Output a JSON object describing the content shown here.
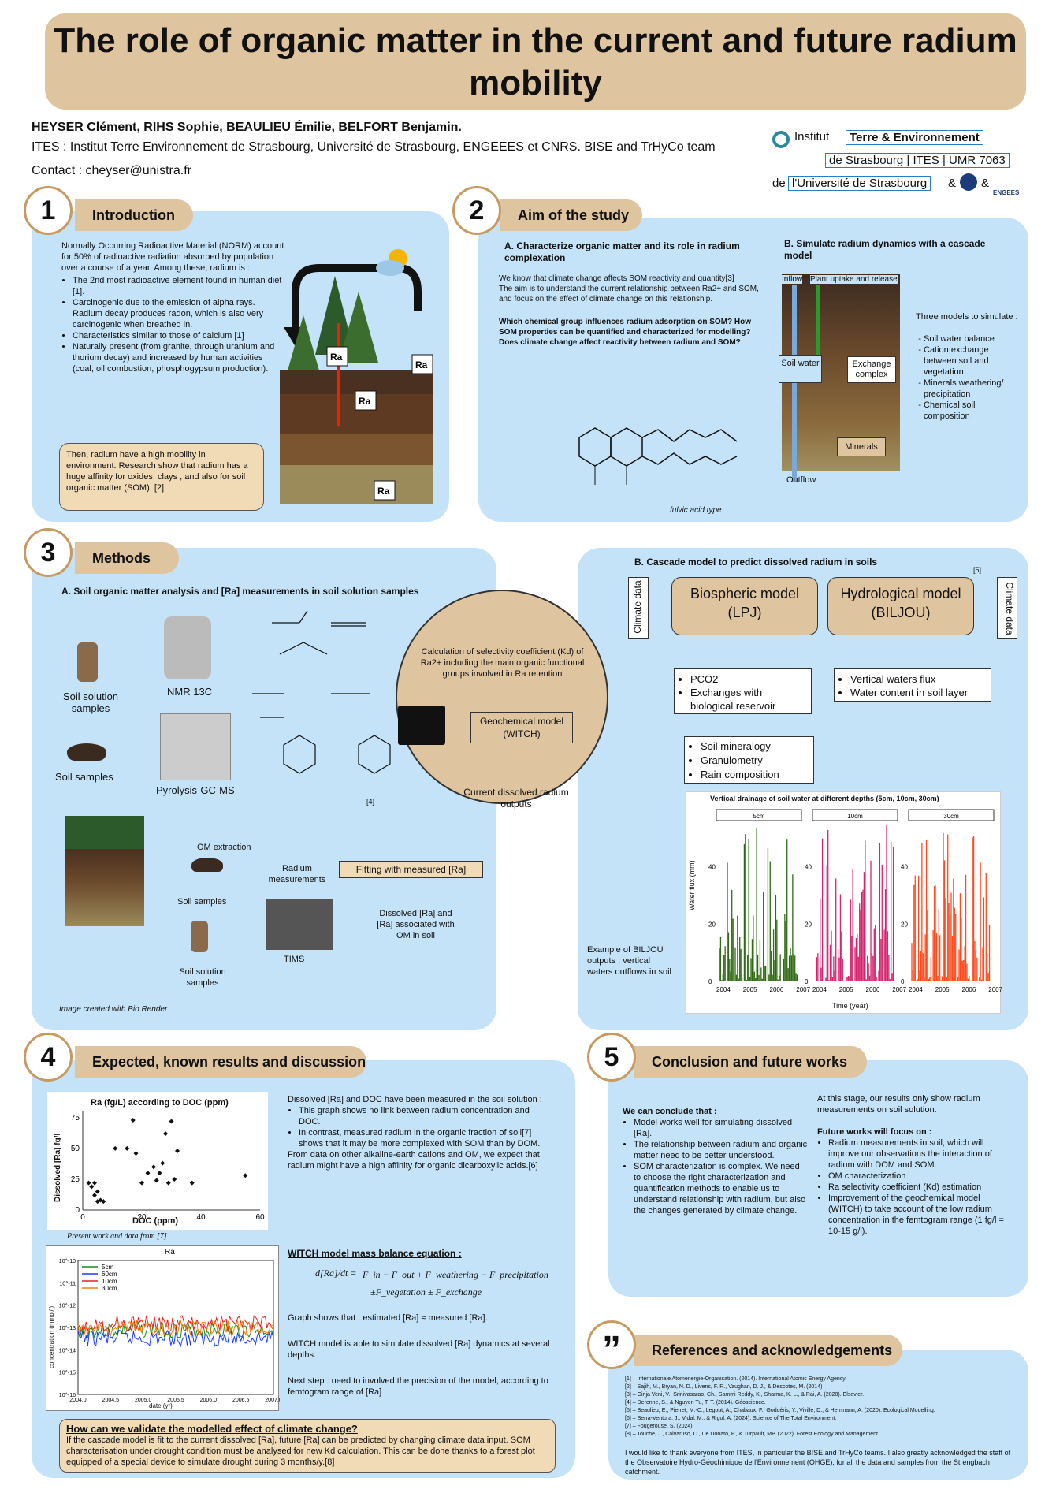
{
  "title": "The role of organic matter in the current and future radium mobility",
  "authors": "HEYSER Clément, RIHS Sophie, BEAULIEU Émilie, BELFORT Benjamin.",
  "affiliation": "ITES : Institut Terre Environnement de Strasbourg, Université de Strasbourg, ENGEEES et CNRS. BISE and TrHyCo team",
  "contact": "Contact : cheyser@unistra.fr",
  "logo": {
    "l1a": "Institut",
    "l1b": "Terre & Environnement",
    "l2": "de Strasbourg | ITES | UMR 7063",
    "l3a": "de",
    "l3b": "l'Université de Strasbourg",
    "amp": "&",
    "engees": "ENGEES"
  },
  "s1": {
    "num": "1",
    "title": "Introduction",
    "p1": "Normally Occurring Radioactive Material (NORM) account for 50% of radioactive radiation absorbed by population over a course of a year. Among these, radium is :",
    "items": [
      "The 2nd most radioactive element found in human diet [1].",
      "Carcinogenic due to the emission of alpha rays. Radium decay produces radon, which is also very carcinogenic when breathed in.",
      "Characteristics similar to those of calcium [1]",
      "Naturally present (from granite, through uranium and thorium decay) and increased by human activities (coal, oil combustion, phosphogypsum production)."
    ],
    "box": "Then, radium have a high mobility in environment. Research show that radium has a huge affinity for oxides, clays , and also for soil organic matter (SOM). [2]",
    "ra": "Ra"
  },
  "s2": {
    "num": "2",
    "title": "Aim of the study",
    "a_title": "A.  Characterize organic matter and its role in radium complexation",
    "a_p1": "We know that climate change affects SOM reactivity and quantity[3]",
    "a_p2": "The aim is to understand the current relationship between Ra2+ and SOM, and focus on the effect of climate change on this relationship.",
    "a_q": "Which chemical group influences radium adsorption on SOM? How SOM properties can be quantified and characterized for modelling? Does climate change affect reactivity between radium and SOM?",
    "fulvic": "fulvic acid type",
    "b_title": "B.  Simulate radium dynamics with a cascade model",
    "inflow": "Inflow",
    "uptake": "Plant uptake and release",
    "soilwater": "Soil water",
    "exchange": "Exchange complex",
    "minerals": "Minerals",
    "outflow": "Outflow",
    "models_intro": "Three models to simulate :",
    "models": [
      "Soil water balance",
      "Cation exchange between soil and vegetation",
      "Minerals weathering/ precipitation",
      "Chemical soil composition"
    ]
  },
  "s3": {
    "num": "3",
    "title": "Methods",
    "a_title": "A. Soil organic matter analysis and [Ra] measurements in soil solution samples",
    "soil_solution": "Soil solution samples",
    "soil_samples": "Soil samples",
    "nmr": "NMR 13C",
    "pyro": "Pyrolysis-GC-MS",
    "ref4": "[4]",
    "calc": "Calculation of selectivity coefficient (Kd) of Ra2+ including the main organic functional groups involved in Ra retention",
    "geo": "Geochemical model (WITCH)",
    "outputs": "Current dissolved radium outputs",
    "om_extraction": "OM extraction",
    "soil_samples2": "Soil samples",
    "soil_solution2": "Soil solution samples",
    "radium_meas": "Radium measurements",
    "tims": "TIMS",
    "fitting": "Fitting with measured [Ra]",
    "dissolved": "Dissolved [Ra] and [Ra] associated with OM in soil",
    "biorender": "Image created with Bio Render",
    "b_title": "B. Cascade model to predict dissolved radium in soils",
    "ref5": "[5]",
    "climate": "Climate data",
    "bio": "Biospheric model (LPJ)",
    "hydro": "Hydrological model (BILJOU)",
    "bio_list": [
      "PCO2",
      "Exchanges with biological reservoir"
    ],
    "hydro_list": [
      "Vertical waters flux",
      "Water content in soil layer"
    ],
    "min_list": [
      "Soil mineralogy",
      "Granulometry",
      "Rain composition"
    ],
    "example": "Example of BILJOU outputs : vertical waters outflows in soil"
  },
  "s4": {
    "num": "4",
    "title": "Expected, known results and discussion",
    "p_intro": "Dissolved [Ra] and DOC have been measured in the soil solution :",
    "items": [
      "This graph shows no link between radium concentration and DOC.",
      "In contrast, measured radium in the organic fraction of soil[7] shows that it may be more complexed with SOM than by DOM."
    ],
    "p2": "From data on other alkaline-earth cations and OM, we expect that radium might have a high affinity for organic dicarboxylic acids.[6]",
    "present": "Present work and data from [7]",
    "witch_title": "WITCH model mass balance equation :",
    "eq_lhs": "d[Ra]/dt =",
    "eq1": "F_in − F_out + F_weathering − F_precipitation",
    "eq2": "±F_vegetation ± F_exchange",
    "graph_shows": "Graph shows that : estimated [Ra] ≈ measured [Ra].",
    "witch_able": "WITCH model is able to simulate dissolved [Ra] dynamics at several depths.",
    "next": "Next step : need to involved the precision of the model, according to femtogram range of [Ra]",
    "q": "How can we validate the modelled effect of climate change?",
    "q_text": "If the cascade model is fit to the current dissolved [Ra], future [Ra] can be predicted by changing climate data input. SOM characterisation under drought condition must be analysed for new Kd calculation. This can be done thanks to a forest plot equipped of a special device to simulate drought during 3 months/y.[8]"
  },
  "s5": {
    "num": "5",
    "title": "Conclusion and future works",
    "conclude": "We can conclude that :",
    "c_items": [
      "Model works well for simulating dissolved [Ra].",
      "The relationship between radium and organic matter need to be better understood.",
      "SOM characterization is complex. We need to choose the right characterization and quantification methods to enable us to understand relationship with radium, but also the changes generated by climate change."
    ],
    "stage": "At this stage, our results only show radium measurements on soil solution.",
    "future": "Future works will focus on :",
    "f_items": [
      "Radium measurements in soil, which will improve our observations the interaction of radium with DOM and SOM.",
      "OM characterization",
      "Ra selectivity coefficient (Kd) estimation",
      "Improvement of the geochemical model (WITCH) to take account of the low radium concentration in the femtogram range (1 fg/l = 10-15 g/l)."
    ]
  },
  "refs": {
    "title": "References and acknowledgements",
    "list": [
      "[1] – Internationale Atomenergie-Organisation. (2014). International Atomic Energy Agency.",
      "[2] – Sajih, M., Bryan, N. D., Livens, F. R., Vaughan, D. J., & Descotes, M. (2014)",
      "[3] – Girija Veni, V., Srinivasarao, Ch., Sammi Reddy, K., Sharma, K. L., & Rai, A. (2020). Elsevier.",
      "[4] – Derenne, S., & Nguyen Tu, T. T. (2014). Géoscience.",
      "[5] – Beaulieu, E., Pierret, M.-C., Legout, A., Chabaux, F., Goddéris, Y., Viville, D., & Herrmann, A. (2020). Ecological Modelling.",
      "[6] – Serra-Ventura, J., Vidal, M., & Rigol, A. (2024). Science of The Total Environment.",
      "[7] – Fougerouse, S. (2024).",
      "[8] – Touche, J., Calvaruso, C., De Donato, P., & Turpault, MP. (2022). Forest Ecology and Management."
    ],
    "ack": "I would like to thank everyone from ITES, in particular the BISE and TrHyCo teams. I also greatly acknowledged the staff of the Observatoire Hydro-Géochimique de l'Environnement (OHGE), for all the data and samples from the Strengbach catchment."
  },
  "chart_data": [
    {
      "type": "bar",
      "title": "Vertical drainage of soil water at different depths (5cm, 10cm, 30cm)",
      "panels": [
        "5cm",
        "10cm",
        "30cm"
      ],
      "xlabel": "Time (year)",
      "ylabel": "Water flux (mm)",
      "x_ticks": [
        "2004",
        "2005",
        "2006",
        "2007"
      ],
      "y_ticks": [
        "0",
        "20",
        "40"
      ],
      "ylim": [
        0,
        55
      ],
      "colors": [
        "#2e6b12",
        "#d6256e",
        "#ff4a1e"
      ]
    },
    {
      "type": "scatter",
      "title": "Ra (fg/L) according to DOC (ppm)",
      "xlabel": "DOC (ppm)",
      "ylabel": "Dissolved [Ra] fg/l",
      "xlim": [
        0,
        60
      ],
      "ylim": [
        0,
        80
      ],
      "x_ticks": [
        "0",
        "20",
        "40",
        "60"
      ],
      "y_ticks": [
        "0",
        "25",
        "50",
        "75"
      ],
      "points": [
        [
          2,
          22
        ],
        [
          3,
          19
        ],
        [
          4,
          22
        ],
        [
          4,
          12
        ],
        [
          5,
          15
        ],
        [
          5,
          7
        ],
        [
          6,
          8
        ],
        [
          7,
          7
        ],
        [
          11,
          50
        ],
        [
          15,
          50
        ],
        [
          17,
          73
        ],
        [
          18,
          46
        ],
        [
          20,
          22
        ],
        [
          22,
          30
        ],
        [
          24,
          35
        ],
        [
          25,
          24
        ],
        [
          26,
          30
        ],
        [
          27,
          38
        ],
        [
          28,
          62
        ],
        [
          29,
          22
        ],
        [
          30,
          72
        ],
        [
          31,
          25
        ],
        [
          32,
          48
        ],
        [
          37,
          22
        ],
        [
          55,
          28
        ]
      ]
    },
    {
      "type": "line",
      "title": "Ra",
      "xlabel": "date (yr)",
      "ylabel": "concentration (mmol/l)",
      "x_ticks": [
        "2004.0",
        "2004.5",
        "2005.0",
        "2005.5",
        "2006.0",
        "2006.5",
        "2007.0"
      ],
      "y_ticks": [
        "10^-10",
        "10^-11",
        "10^-12",
        "10^-13",
        "10^-14",
        "10^-15",
        "10^-16"
      ],
      "series": [
        {
          "name": "5cm",
          "color": "#1a8a1a"
        },
        {
          "name": "60cm",
          "color": "#1a3cff"
        },
        {
          "name": "10cm",
          "color": "#e62020"
        },
        {
          "name": "30cm",
          "color": "#ff7a00"
        }
      ]
    }
  ]
}
